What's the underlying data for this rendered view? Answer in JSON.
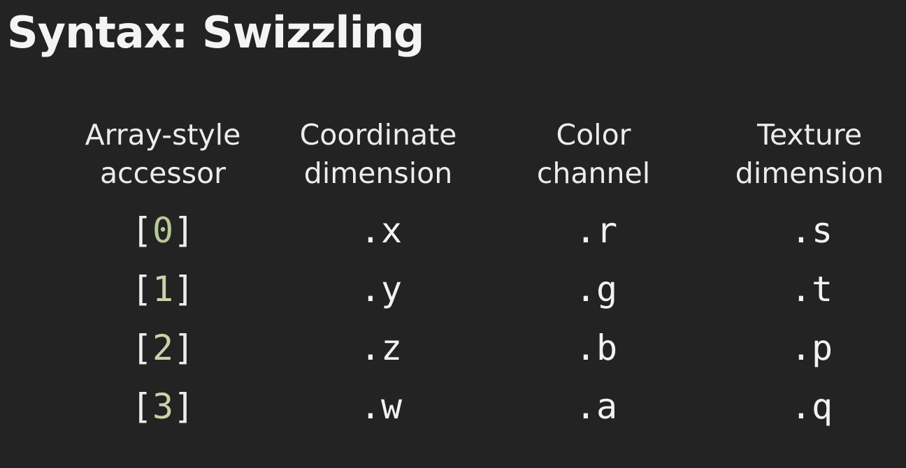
{
  "title": "Syntax: Swizzling",
  "columns": [
    {
      "line1": "Array-style",
      "line2": "accessor"
    },
    {
      "line1": "Coordinate",
      "line2": "dimension"
    },
    {
      "line1": "Color",
      "line2": "channel"
    },
    {
      "line1": "Texture",
      "line2": "dimension"
    }
  ],
  "rows": [
    {
      "index": "0",
      "coord": ".x",
      "color": ".r",
      "texture": ".s"
    },
    {
      "index": "1",
      "coord": ".y",
      "color": ".g",
      "texture": ".t"
    },
    {
      "index": "2",
      "coord": ".z",
      "color": ".b",
      "texture": ".p"
    },
    {
      "index": "3",
      "coord": ".w",
      "color": ".a",
      "texture": ".q"
    }
  ],
  "brackets": {
    "open": "[",
    "close": "]"
  },
  "colors": {
    "background": "#232323",
    "text": "#f2f2f2",
    "index_number": "#c8d3a8"
  }
}
